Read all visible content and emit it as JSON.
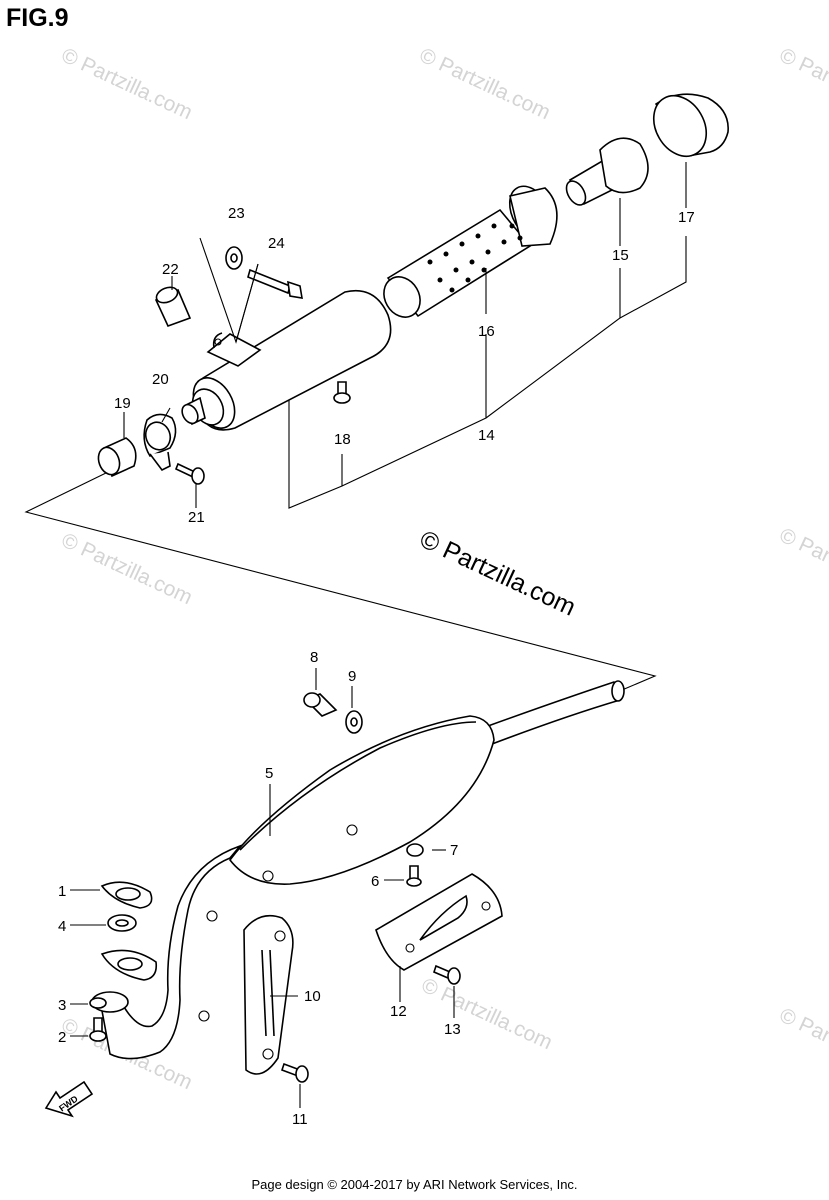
{
  "figure": {
    "title": "FIG.9"
  },
  "watermark": {
    "text": "© Partzilla.com",
    "color": "#d4d4d4"
  },
  "center_mark": {
    "text": "© Partzilla.com"
  },
  "fwd_arrow": {
    "label": "FWD"
  },
  "footer": {
    "text": "Page design © 2004-2017 by ARI Network Services, Inc."
  },
  "callouts": {
    "c1": "1",
    "c2": "2",
    "c3": "3",
    "c4": "4",
    "c5": "5",
    "c6": "6",
    "c7": "7",
    "c8": "8",
    "c9": "9",
    "c10": "10",
    "c11": "11",
    "c12": "12",
    "c13": "13",
    "c14": "14",
    "c15": "15",
    "c16": "16",
    "c17": "17",
    "c18": "18",
    "c19": "19",
    "c20": "20",
    "c21": "21",
    "c22": "22",
    "c23": "23",
    "c24": "24"
  }
}
